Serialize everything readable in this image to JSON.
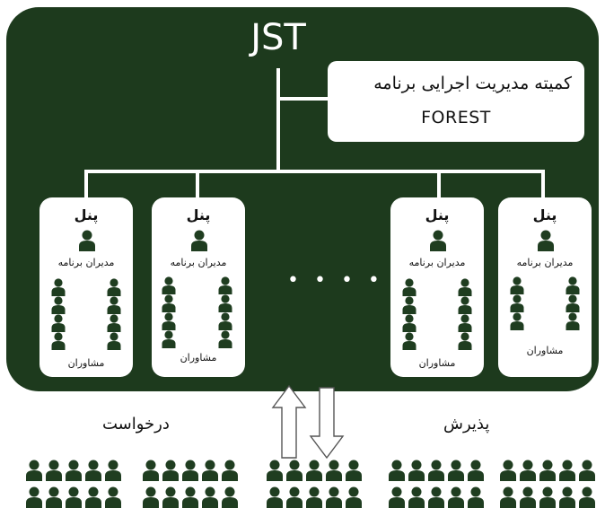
{
  "title": "JST",
  "committee": {
    "line1": "کمیته مدیریت اجرایی برنامه",
    "line2": "FOREST"
  },
  "panels": [
    {
      "title": "پنل",
      "managers": "مدیران برنامه",
      "advisors": "مشاوران"
    },
    {
      "title": "پنل",
      "managers": "مدیران برنامه",
      "advisors": "مشاوران"
    },
    {
      "title": "پنل",
      "managers": "مدیران برنامه",
      "advisors": "مشاوران"
    },
    {
      "title": "پنل",
      "managers": "مدیران برنامه",
      "advisors": "مشاوران"
    }
  ],
  "ellipsis": "• • • • •",
  "request_label": "درخواست",
  "acceptance_label": "پذیرش",
  "colors": {
    "frame": "#1d3a1d",
    "icon": "#1f3d20",
    "box": "#ffffff"
  },
  "icons": [
    "person-icon",
    "up-arrow-icon",
    "down-arrow-icon"
  ]
}
